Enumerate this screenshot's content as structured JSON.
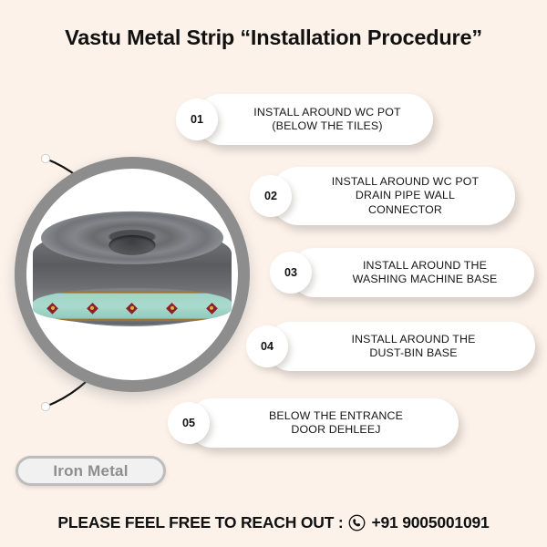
{
  "header": {
    "title": "Vastu Metal Strip “Installation Procedure”"
  },
  "product": {
    "badge_label": "Iron Metal",
    "image_alt": "metal-strip-roll"
  },
  "steps": [
    {
      "number": "01",
      "text": "INSTALL AROUND WC POT\n(BELOW THE TILES)"
    },
    {
      "number": "02",
      "text": "INSTALL AROUND WC POT\nDRAIN PIPE WALL\nCONNECTOR"
    },
    {
      "number": "03",
      "text": "INSTALL AROUND THE\nWASHING MACHINE BASE"
    },
    {
      "number": "04",
      "text": "INSTALL AROUND THE\nDUST-BIN BASE"
    },
    {
      "number": "05",
      "text": "BELOW THE ENTRANCE\nDOOR DEHLEEJ"
    }
  ],
  "footer": {
    "cta_text": "PLEASE FEEL FREE TO REACH OUT :",
    "phone_icon": "phone-icon",
    "phone_number": "+91 9005001091"
  },
  "colors": {
    "background": "#fcf2ea",
    "card": "#ffffff",
    "ring": "#8d8d8d",
    "text": "#111111",
    "badge_text": "#8e8e8e",
    "badge_border": "#bdbdbd",
    "label_teal": "#9fd4c7",
    "label_gold": "#a8822f",
    "logo_maroon": "#8e1f2c",
    "arc": "#111111"
  }
}
